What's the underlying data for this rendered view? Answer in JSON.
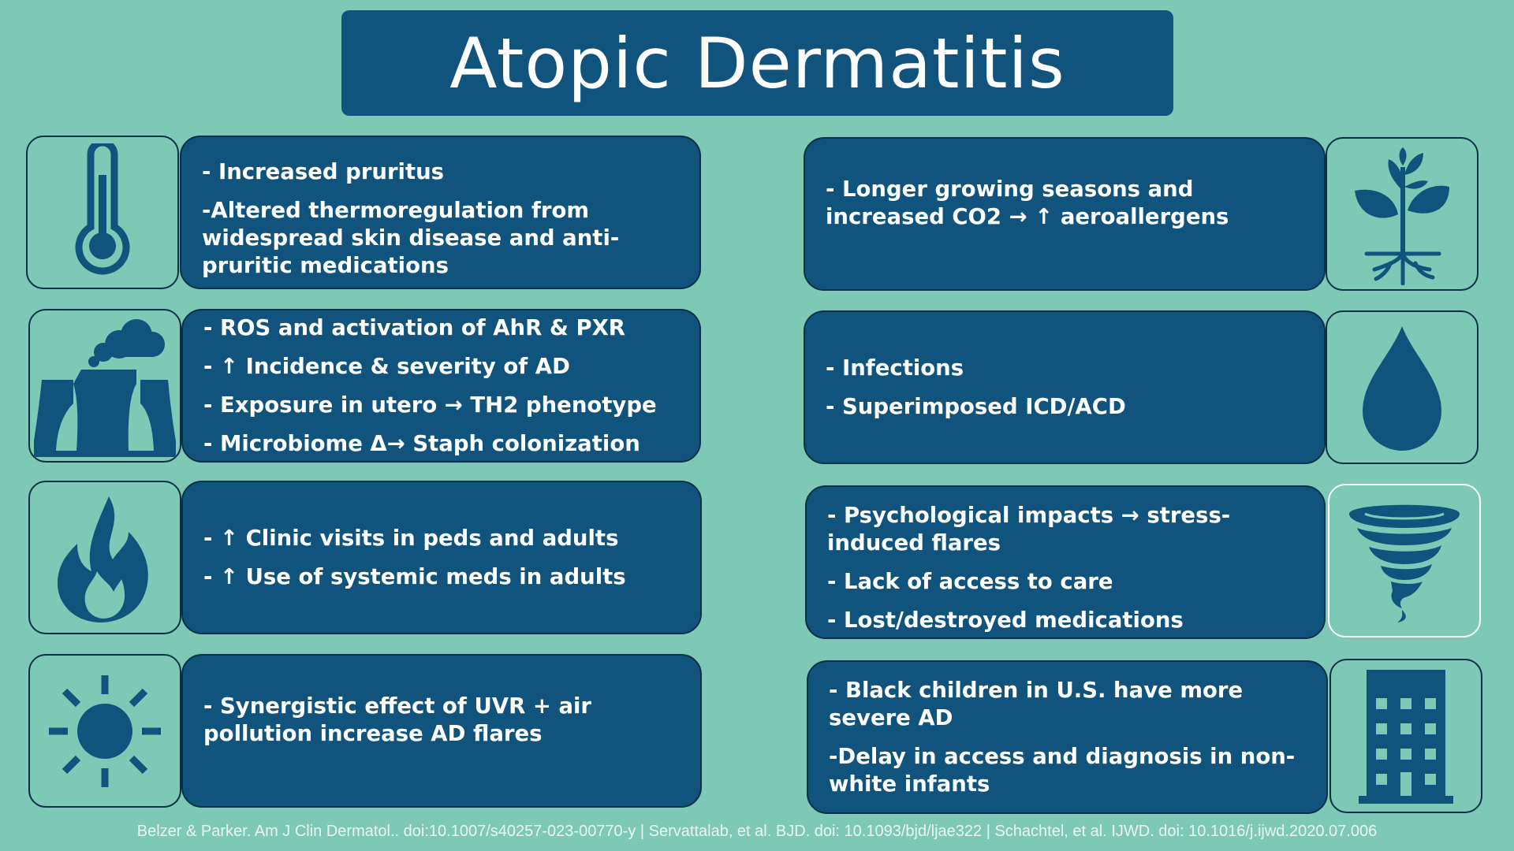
{
  "title": "Atopic Dermatitis",
  "colors": {
    "background": "#7ec8b6",
    "box": "#10547e",
    "border": "#0b2f45",
    "text": "#ffffff"
  },
  "rows": {
    "heat": {
      "icon": "thermometer-icon",
      "lines": [
        "- Increased pruritus",
        "-Altered thermoregulation from widespread skin  disease and anti-pruritic medications"
      ]
    },
    "pollution": {
      "icon": "factory-smoke-icon",
      "lines": [
        "- ROS and activation of AhR & PXR",
        "- ↑ Incidence & severity of AD",
        "- Exposure in utero  → TH2 phenotype",
        "- Microbiome Δ→ Staph colonization"
      ]
    },
    "wildfire": {
      "icon": "flame-icon",
      "lines": [
        "- ↑ Clinic visits in peds and adults",
        "- ↑ Use of systemic meds in adults"
      ]
    },
    "uvr": {
      "icon": "sun-icon",
      "lines": [
        "- Synergistic effect of UVR + air pollution increase AD flares"
      ]
    },
    "pollen": {
      "icon": "plant-icon",
      "lines": [
        "- Longer growing seasons and increased CO2 → ↑ aeroallergens"
      ]
    },
    "flood": {
      "icon": "water-drop-icon",
      "lines": [
        "- Infections",
        "- Superimposed ICD/ACD"
      ]
    },
    "storm": {
      "icon": "tornado-icon",
      "lines": [
        "- Psychological impacts → stress-induced flares",
        "- Lack of access to care",
        "- Lost/destroyed medications"
      ]
    },
    "equity": {
      "icon": "building-icon",
      "lines": [
        "- Black children in U.S. have more severe AD",
        "-Delay in access and diagnosis in non-white infants"
      ]
    }
  },
  "footer": "Belzer & Parker. Am J Clin Dermatol.. doi:10.1007/s40257-023-00770-y | Servattalab, et al. BJD. doi: 10.1093/bjd/ljae322 | Schachtel, et al. IJWD. doi: 10.1016/j.ijwd.2020.07.006"
}
